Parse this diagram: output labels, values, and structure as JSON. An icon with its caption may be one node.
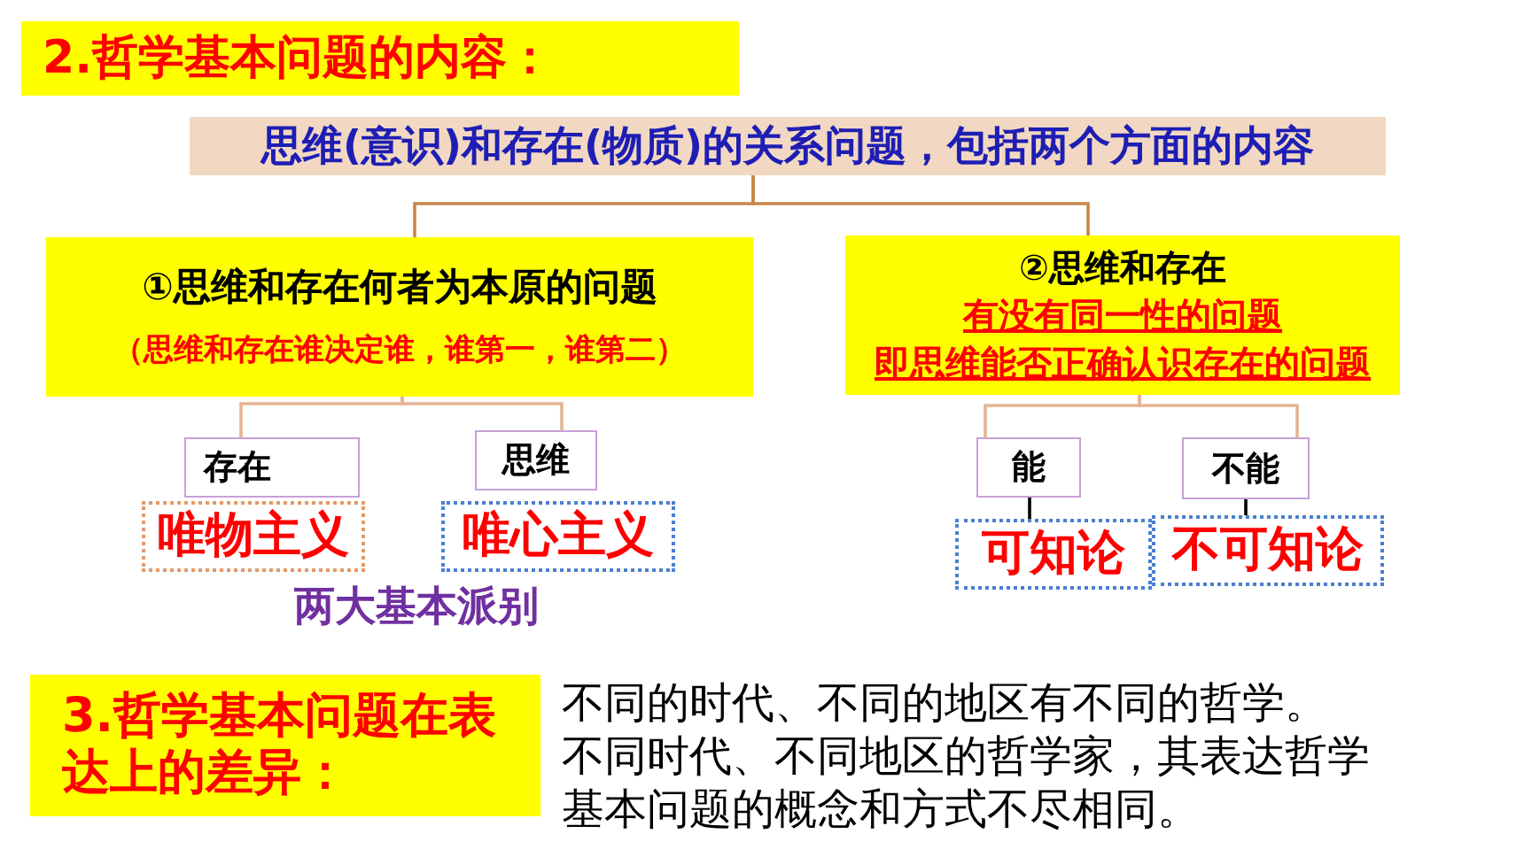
{
  "diagram": {
    "nodes": [
      {
        "text": [
          "2.哲学基本问题的内容："
        ]
      },
      {
        "text": [
          "思维(意识)和存在(物质)的关系问题，包括两个方面的内容"
        ]
      },
      {
        "text": [
          "①思维和存在何者为本原的问题",
          "（思维和存在谁决定谁，谁第一，谁第二）"
        ]
      },
      {
        "text": [
          "②思维和存在",
          "有没有同一性的问题",
          "即思维能否正确认识存在的问题"
        ]
      },
      {
        "text": [
          "存在"
        ]
      },
      {
        "text": [
          "思维"
        ]
      },
      {
        "text": [
          "唯物主义"
        ]
      },
      {
        "text": [
          "唯心主义"
        ]
      },
      {
        "text": [
          "能"
        ]
      },
      {
        "text": [
          "不能"
        ]
      },
      {
        "text": [
          "可知论"
        ]
      },
      {
        "text": [
          "不可知论"
        ]
      },
      {
        "text": [
          "3.哲学基本问题在表达上的差异："
        ]
      }
    ],
    "edges": [
      {
        "from": 1,
        "to": 2,
        "arrow": "none",
        "color": "#c8864a"
      },
      {
        "from": 1,
        "to": 3,
        "arrow": "none",
        "color": "#c8864a"
      },
      {
        "from": 2,
        "to": 4,
        "arrow": "none"
      },
      {
        "from": 2,
        "to": 5,
        "arrow": "none"
      },
      {
        "from": 3,
        "to": 8,
        "arrow": "none"
      },
      {
        "from": 3,
        "to": 9,
        "arrow": "none"
      },
      {
        "from": 8,
        "to": 10,
        "arrow": "none",
        "color": "#000000"
      },
      {
        "from": 9,
        "to": 11,
        "arrow": "none",
        "color": "#000000"
      }
    ],
    "labels": [
      "两大基本派别",
      "不同的时代、不同的地区有不同的哲学。",
      "不同时代、不同地区的哲学家，其表达哲学基本问题的概念和方式不尽相同。"
    ]
  }
}
